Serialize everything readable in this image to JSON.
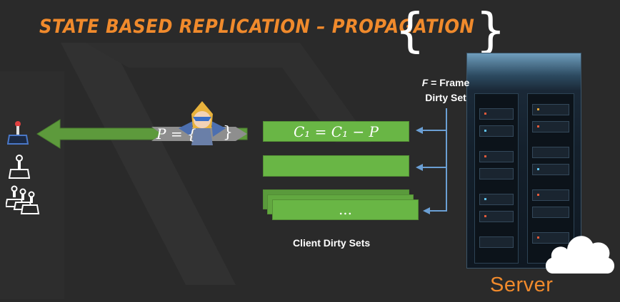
{
  "title": "STATE BASED REPLICATION – PROPAGATION",
  "frame_set": {
    "open_brace": "{",
    "close_brace": "}",
    "variable": "F",
    "definition": " = Frame",
    "second_line": "Dirty Set"
  },
  "client_sets": {
    "label": "Client Dirty Sets",
    "bars": [
      {
        "text": "C₁ = C₁ − P"
      },
      {
        "text": ""
      },
      {
        "text": "..."
      }
    ]
  },
  "propagation": {
    "prefix": "P = {",
    "suffix": "}"
  },
  "server": {
    "label": "Server"
  },
  "colors": {
    "accent": "#f08a2c",
    "set_green": "#69b645",
    "arrow_green": "#5d9a3c",
    "connector_blue": "#6b9fd4"
  },
  "icons": [
    "joystick-icon",
    "character-icon",
    "cloud-icon",
    "server-rack-icon"
  ]
}
